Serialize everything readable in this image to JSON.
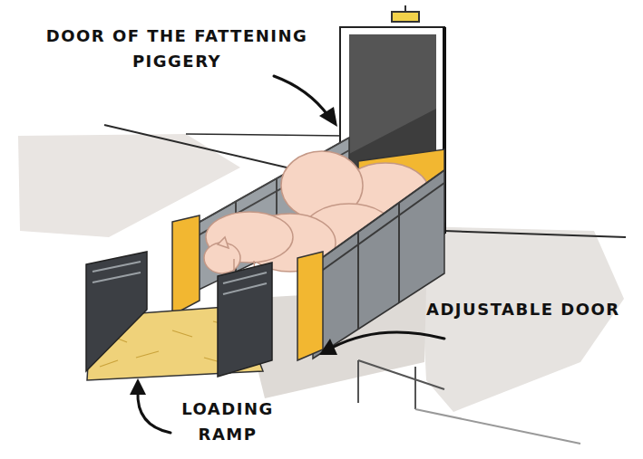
{
  "diagram": {
    "labels": [
      "DOOR OF THE FATTENING PIGGERY",
      "ADJUSTABLE DOOR",
      "LOADING RAMP"
    ]
  }
}
